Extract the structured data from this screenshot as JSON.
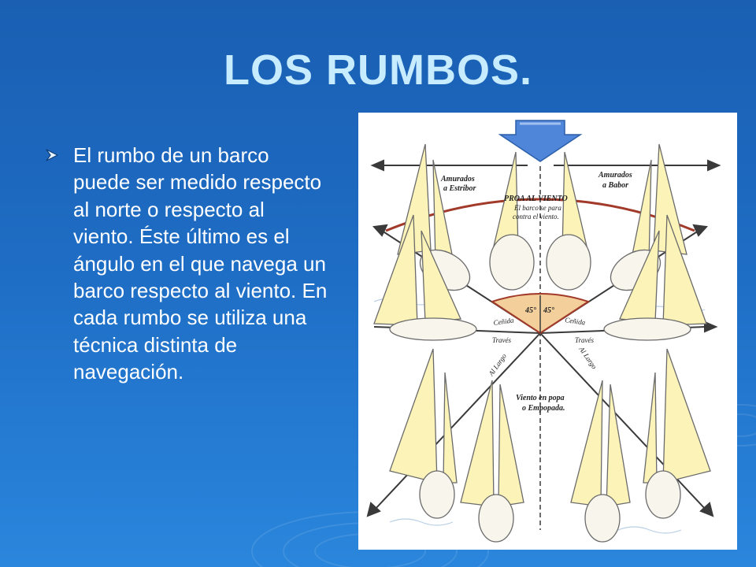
{
  "slide": {
    "title": "LOS RUMBOS.",
    "bullet": "El rumbo de un barco puede ser medido respecto al norte o respecto al viento. Éste último es el ángulo en el que navega un barco respecto al viento. En cada rumbo se utiliza una técnica distinta de navegación.",
    "bullet_marker_icon": "arrow-bullet-icon"
  },
  "diagram": {
    "labels": {
      "amurados_estribor_1": "Amurados",
      "amurados_estribor_2": "a Estribor",
      "amurados_babor_1": "Amurados",
      "amurados_babor_2": "a Babor",
      "proa": "PROA AL VIENTO",
      "proa_sub1": "El barco se para",
      "proa_sub2": "contra el viento.",
      "angle_left": "45°",
      "angle_right": "45°",
      "cenida_left": "Ceñida",
      "cenida_right": "Ceñida",
      "traves_left": "Través",
      "traves_right": "Través",
      "largo_left": "Al Largo",
      "largo_right": "Al Largo",
      "popa_1": "Viento en popa",
      "popa_2": "o Empopada."
    },
    "colors": {
      "sail": "#fbf3b8",
      "wind_arrow": "#4f86d9",
      "arc": "#a23a2a",
      "lines": "#3a3a3a"
    }
  }
}
